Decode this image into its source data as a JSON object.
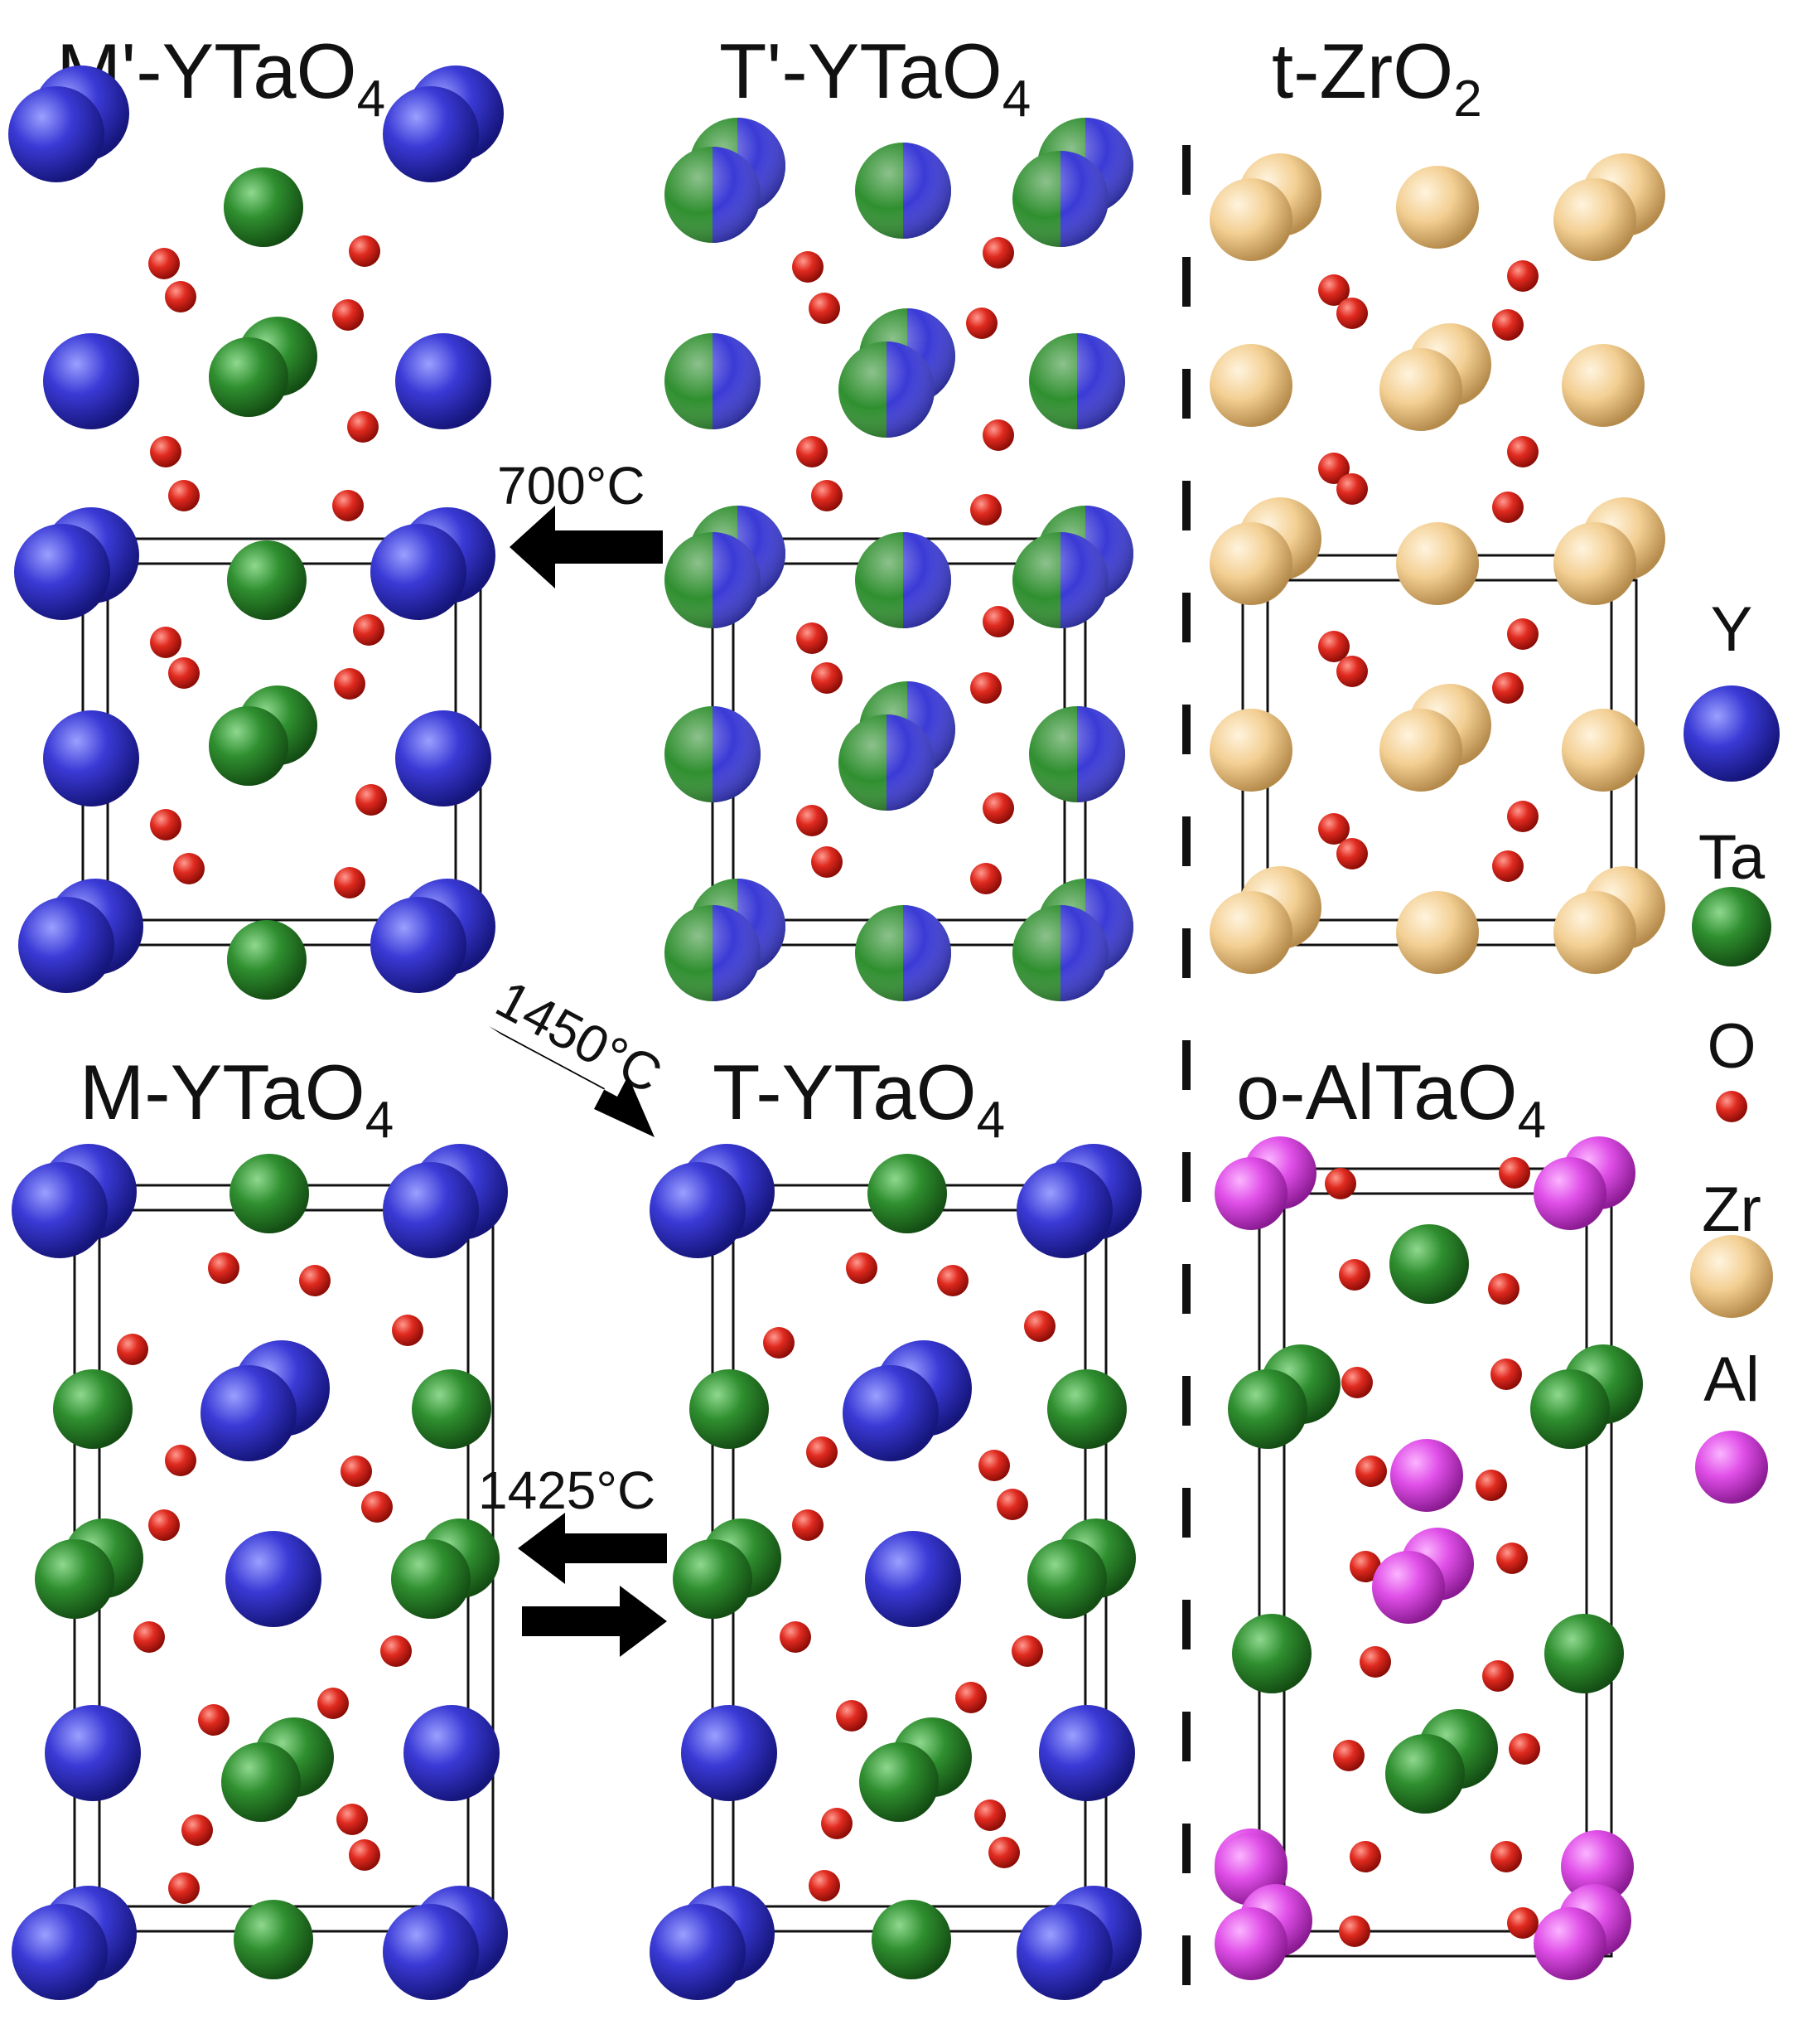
{
  "panels": {
    "m_prime": {
      "base": "M'-YTaO",
      "sub": "4"
    },
    "t_prime": {
      "base": "T'-YTaO",
      "sub": "4"
    },
    "t_zro2": {
      "base": "t-ZrO",
      "sub": "2"
    },
    "m": {
      "base": "M-YTaO",
      "sub": "4"
    },
    "t": {
      "base": "T-YTaO",
      "sub": "4"
    },
    "o_altao4": {
      "base": "o-AlTaO",
      "sub": "4"
    }
  },
  "transitions": {
    "t700": "700°C",
    "t1450": "1450°C",
    "t1425": "1425°C"
  },
  "legend": [
    {
      "label": "Y",
      "color": "#3a3ad6"
    },
    {
      "label": "Ta",
      "color": "#2f8f2f"
    },
    {
      "label": "O",
      "color": "#e02a1f"
    },
    {
      "label": "Zr",
      "color": "#f3cf93"
    },
    {
      "label": "Al",
      "color": "#e04fe8"
    }
  ],
  "colors": {
    "Y": "#3a3ad6",
    "Ta": "#2f8f2f",
    "O": "#e02a1f",
    "Zr": "#f3cf93",
    "Al": "#e04fe8"
  }
}
